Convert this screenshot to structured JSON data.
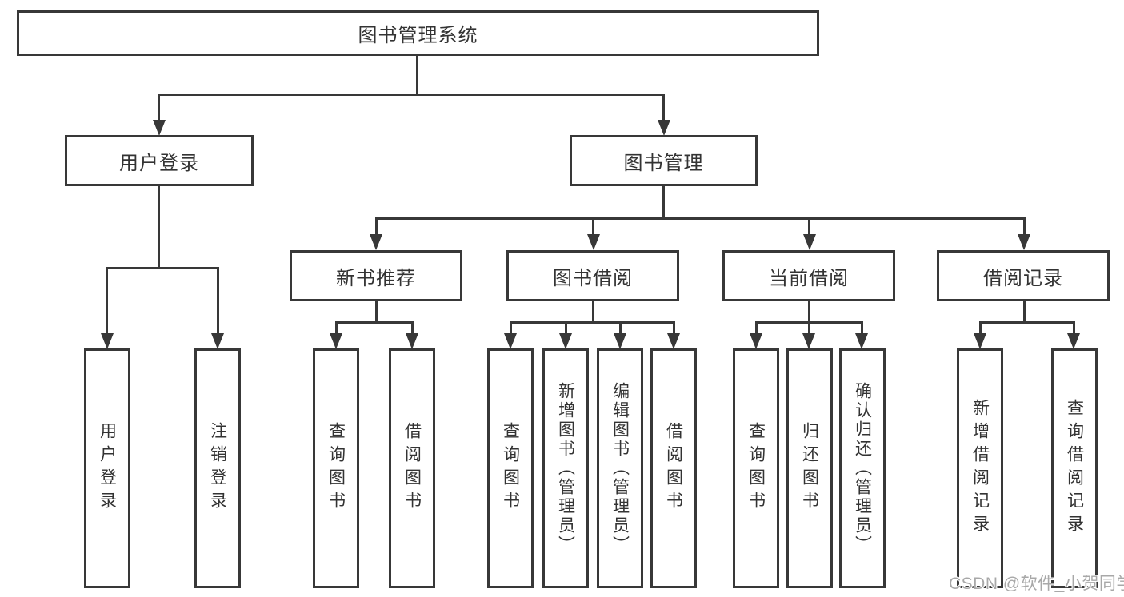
{
  "tree": {
    "root": {
      "label": "图书管理系统"
    },
    "branches": [
      {
        "label": "用户登录",
        "children": [
          {
            "label": "用户登录"
          },
          {
            "label": "注销登录"
          }
        ]
      },
      {
        "label": "图书管理",
        "children": [
          {
            "label": "新书推荐",
            "children": [
              {
                "label": "查询图书"
              },
              {
                "label": "借阅图书"
              }
            ]
          },
          {
            "label": "图书借阅",
            "children": [
              {
                "label": "查询图书"
              },
              {
                "label": "新增图书（管理员）"
              },
              {
                "label": "编辑图书（管理员）"
              },
              {
                "label": "借阅图书"
              }
            ]
          },
          {
            "label": "当前借阅",
            "children": [
              {
                "label": "查询图书"
              },
              {
                "label": "归还图书"
              },
              {
                "label": "确认归还（管理员）"
              }
            ]
          },
          {
            "label": "借阅记录",
            "children": [
              {
                "label": "新增借阅记录"
              },
              {
                "label": "查询借阅记录"
              }
            ]
          }
        ]
      }
    ]
  },
  "watermark": "CSDN @软件_小贺同学",
  "colors": {
    "line": "#383838",
    "text": "#333333",
    "background": "#ffffff",
    "watermark": "#a8a8a8"
  }
}
